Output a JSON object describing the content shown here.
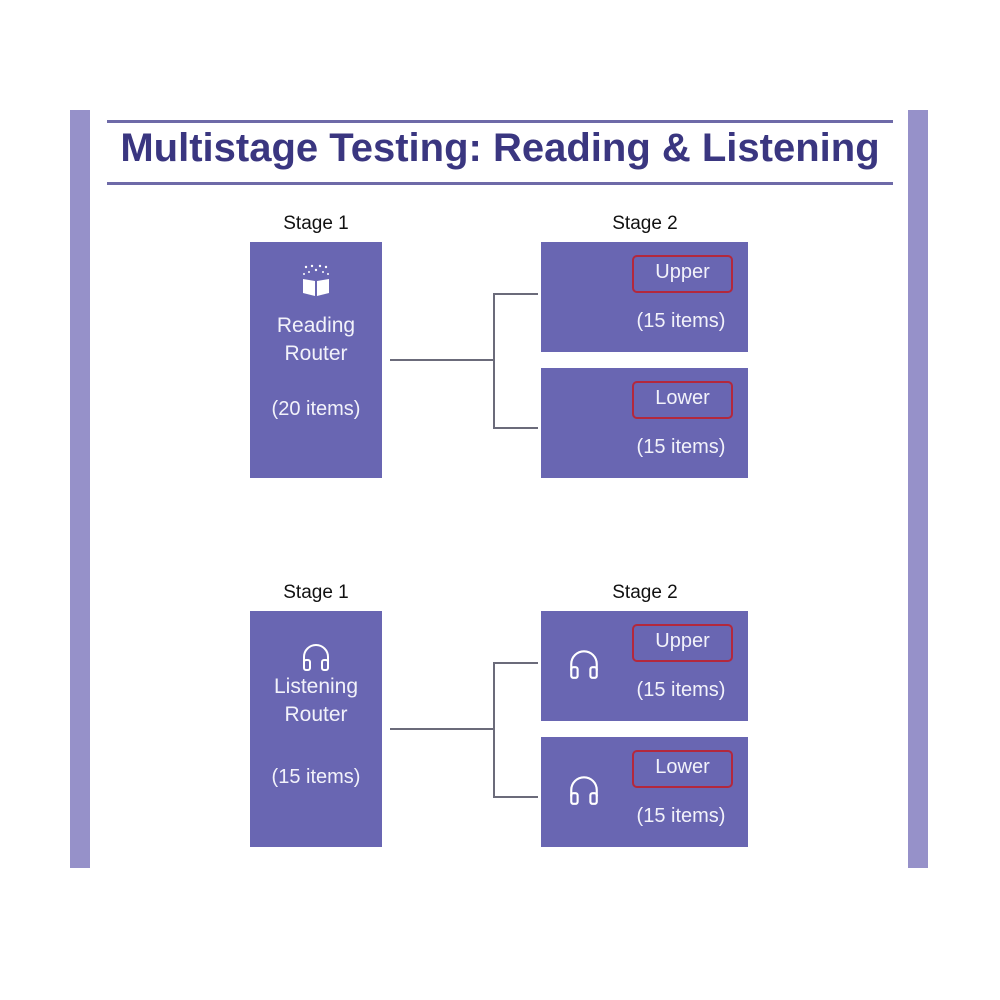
{
  "title": "Multistage Testing: Reading & Listening",
  "colors": {
    "box": "#6966b2",
    "sidebar": "#9691c9",
    "title": "#3a3680",
    "highlight": "#b3283d"
  },
  "reading": {
    "stage1_label": "Stage 1",
    "stage2_label": "Stage 2",
    "router": {
      "name_line1": "Reading",
      "name_line2": "Router",
      "count": "(20 items)",
      "icon": "book-icon"
    },
    "upper": {
      "label": "Upper",
      "count": "(15 items)"
    },
    "lower": {
      "label": "Lower",
      "count": "(15 items)"
    }
  },
  "listening": {
    "stage1_label": "Stage 1",
    "stage2_label": "Stage 2",
    "router": {
      "name_line1": "Listening",
      "name_line2": "Router",
      "count": "(15 items)",
      "icon": "headphones-icon"
    },
    "upper": {
      "label": "Upper",
      "count": "(15 items)"
    },
    "lower": {
      "label": "Lower",
      "count": "(15 items)"
    }
  }
}
